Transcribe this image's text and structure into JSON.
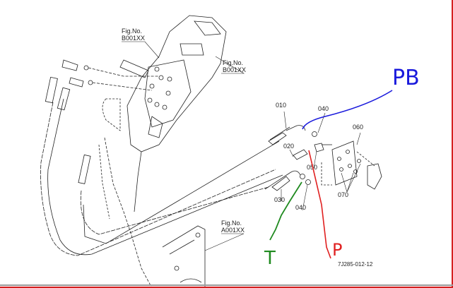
{
  "diagram": {
    "figure_refs": [
      {
        "line1": "Fig.No.",
        "line2": "B001XX"
      },
      {
        "line1": "Fig.No.",
        "line2": "B001XX"
      },
      {
        "line1": "Fig.No.",
        "line2": "A001XX"
      }
    ],
    "part_labels": {
      "p010": "010",
      "p020": "020",
      "p030": "030",
      "p040_top": "040",
      "p040_bottom": "040",
      "p050": "050",
      "p060": "060",
      "p070": "070"
    },
    "drawing_number": "7J285-012-12",
    "annotations": [
      {
        "text": "PB",
        "color": "#1a1adc"
      },
      {
        "text": "P",
        "color": "#e02020"
      },
      {
        "text": "T",
        "color": "#1f8a1f"
      }
    ]
  }
}
